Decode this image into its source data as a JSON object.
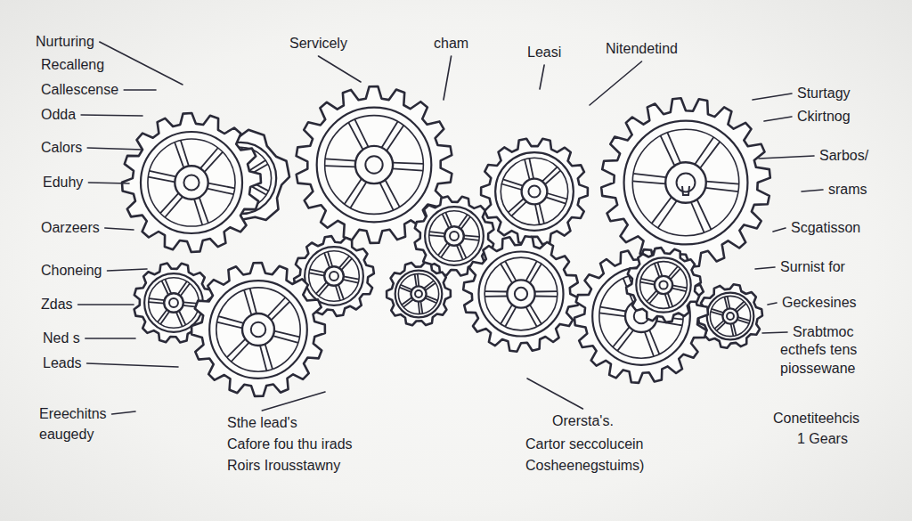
{
  "diagram": {
    "labels": [
      "Nurturing",
      "Recalleng",
      "Callescense",
      "Odda",
      "Calors",
      "Eduhy",
      "Oarzeers",
      "Choneing",
      "Zdas",
      "Ned s",
      "Leads",
      "Ereechitns",
      "eaugedy",
      "Servicely",
      "cham",
      "Leasi",
      "Nitendetind",
      "Sturtagy",
      "Ckirtnog",
      "Sarbos/",
      "srams",
      "Scgatisson",
      "Surnist for",
      "Geckesines",
      "Srabtmoc",
      "ecthefs tens",
      "piossewane",
      "Conetiteehcis",
      "1 Gears",
      "Sthe lead's",
      "Cafore fou thu irads",
      "Roirs Irousstawny",
      "Orersta's.",
      "Cartor seccolucein",
      "Cosheenegstuims)"
    ]
  }
}
